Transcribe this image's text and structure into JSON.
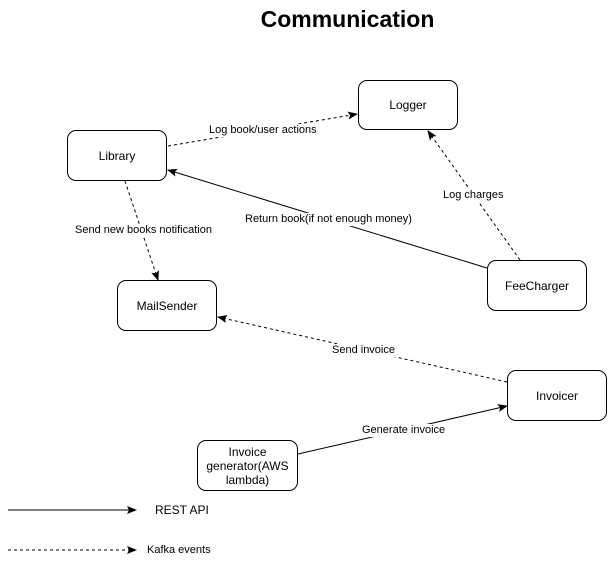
{
  "title": "Communication",
  "nodes": {
    "logger": "Logger",
    "library": "Library",
    "mailsender": "MailSender",
    "feecharger": "FeeCharger",
    "invoicer": "Invoicer",
    "invoice_generator": "Invoice generator(AWS lambda)"
  },
  "edges": {
    "log_actions": "Log book/user actions",
    "log_charges": "Log charges",
    "return_book": "Return book(if not enough money)",
    "send_notification": "Send new books notification",
    "send_invoice": "Send invoice",
    "generate_invoice": "Generate invoice"
  },
  "legend": {
    "rest": "REST API",
    "kafka": "Kafka events"
  }
}
